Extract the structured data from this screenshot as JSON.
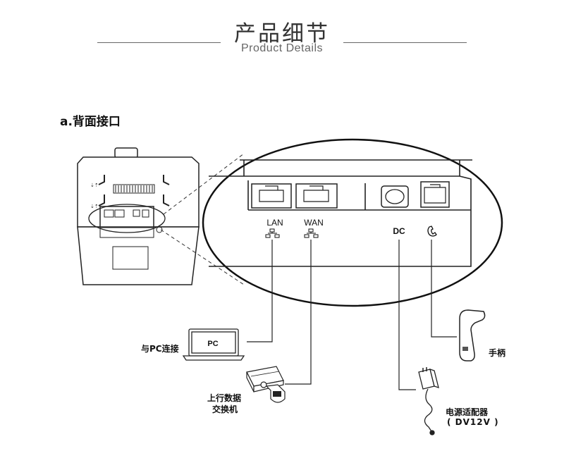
{
  "header": {
    "title_cn": "产品细节",
    "title_en": "Product Details"
  },
  "section": {
    "title": "a.背面接口"
  },
  "ports": {
    "lan": "LAN",
    "wan": "WAN",
    "dc": "DC"
  },
  "devices": {
    "pc_screen": "PC",
    "pc_label": "与PC连接",
    "switch_label_line1": "上行数据",
    "switch_label_line2": "交换机",
    "handset_label": "手柄",
    "adapter_label_line1": "电源适配器",
    "adapter_label_line2": "( DV12V )"
  },
  "icons": [
    "network-icon",
    "phone-icon",
    "laptop-icon",
    "switch-icon",
    "handset-icon",
    "power-adapter-icon"
  ]
}
